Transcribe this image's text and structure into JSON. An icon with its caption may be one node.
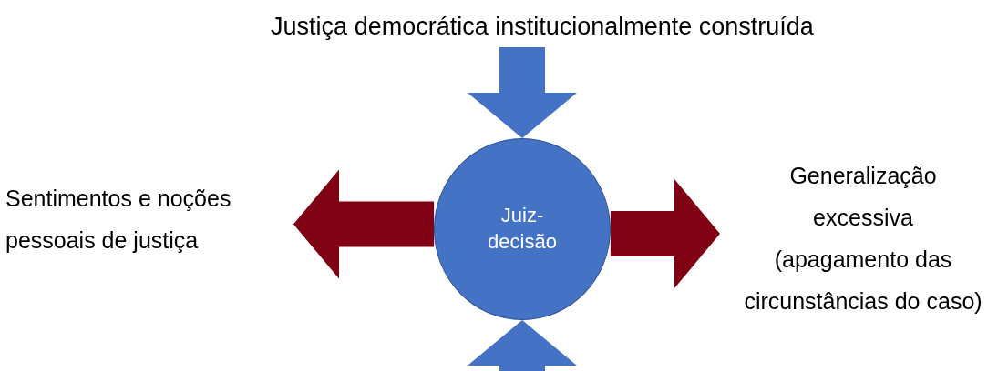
{
  "diagram": {
    "nodes": [
      {
        "text": [
          "Justiça democrática institucionalmente construída"
        ]
      },
      {
        "text": [
          "Juiz-decisão"
        ]
      },
      {
        "text": [
          "Sentimentos e noções pessoais de justiça"
        ]
      },
      {
        "text": [
          "Generalização excessiva",
          "(apagamento das circunstâncias do caso)"
        ]
      }
    ],
    "edges": [
      {
        "from": 0,
        "to": 1,
        "arrow": "to"
      },
      {
        "from": 1,
        "to": 2,
        "arrow": "to",
        "color": "#800014"
      },
      {
        "from": 1,
        "to": 3,
        "arrow": "to",
        "color": "#800014"
      },
      {
        "from": null,
        "to": 1,
        "arrow": "to"
      }
    ]
  }
}
